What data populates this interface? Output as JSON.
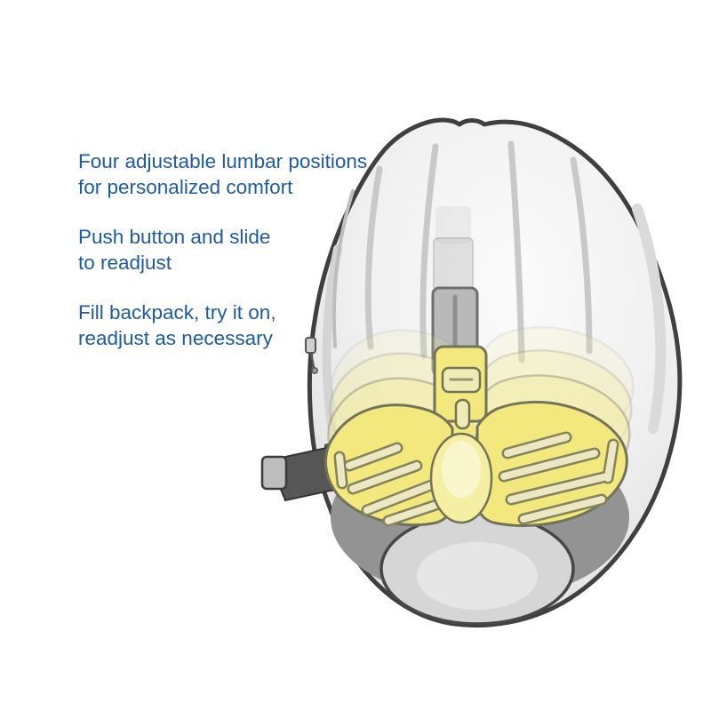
{
  "page": {
    "background": "#ffffff"
  },
  "annotations": {
    "text_color": "#1d5ba4",
    "paragraphs": [
      {
        "line1": "Four adjustable lumbar positions",
        "line2": "for personalized comfort"
      },
      {
        "line1": "Push button and slide",
        "line2": "to readjust"
      },
      {
        "line1": "Fill backpack, try it on,",
        "line2": "readjust as necessary"
      }
    ]
  },
  "illustration": {
    "label": "backpack-lumbar-adjustment-diagram",
    "description_parts": [
      "backpack-body",
      "slide-rail",
      "ghost-pad-positions",
      "lumbar-pad",
      "side-strap",
      "zipper-pull"
    ],
    "colors": {
      "body_fill": "#efefef",
      "body_outline": "#3f3f3f",
      "seam_gray": "#c9c9c9",
      "dark_band": "#939393",
      "bottom_panel": "#d6d6d6",
      "pad_fill": "#f2e87d",
      "pad_outline": "#73735a",
      "pad_detail": "#f0ebb4",
      "slot_light": "#ede8c3",
      "slot_dark": "#83835c",
      "rail_fill": "#b9b9b9",
      "rail_outline": "#6e6e6e",
      "strap_dark": "#4f4f4f",
      "buckle_gray": "#bdbdbd"
    }
  }
}
